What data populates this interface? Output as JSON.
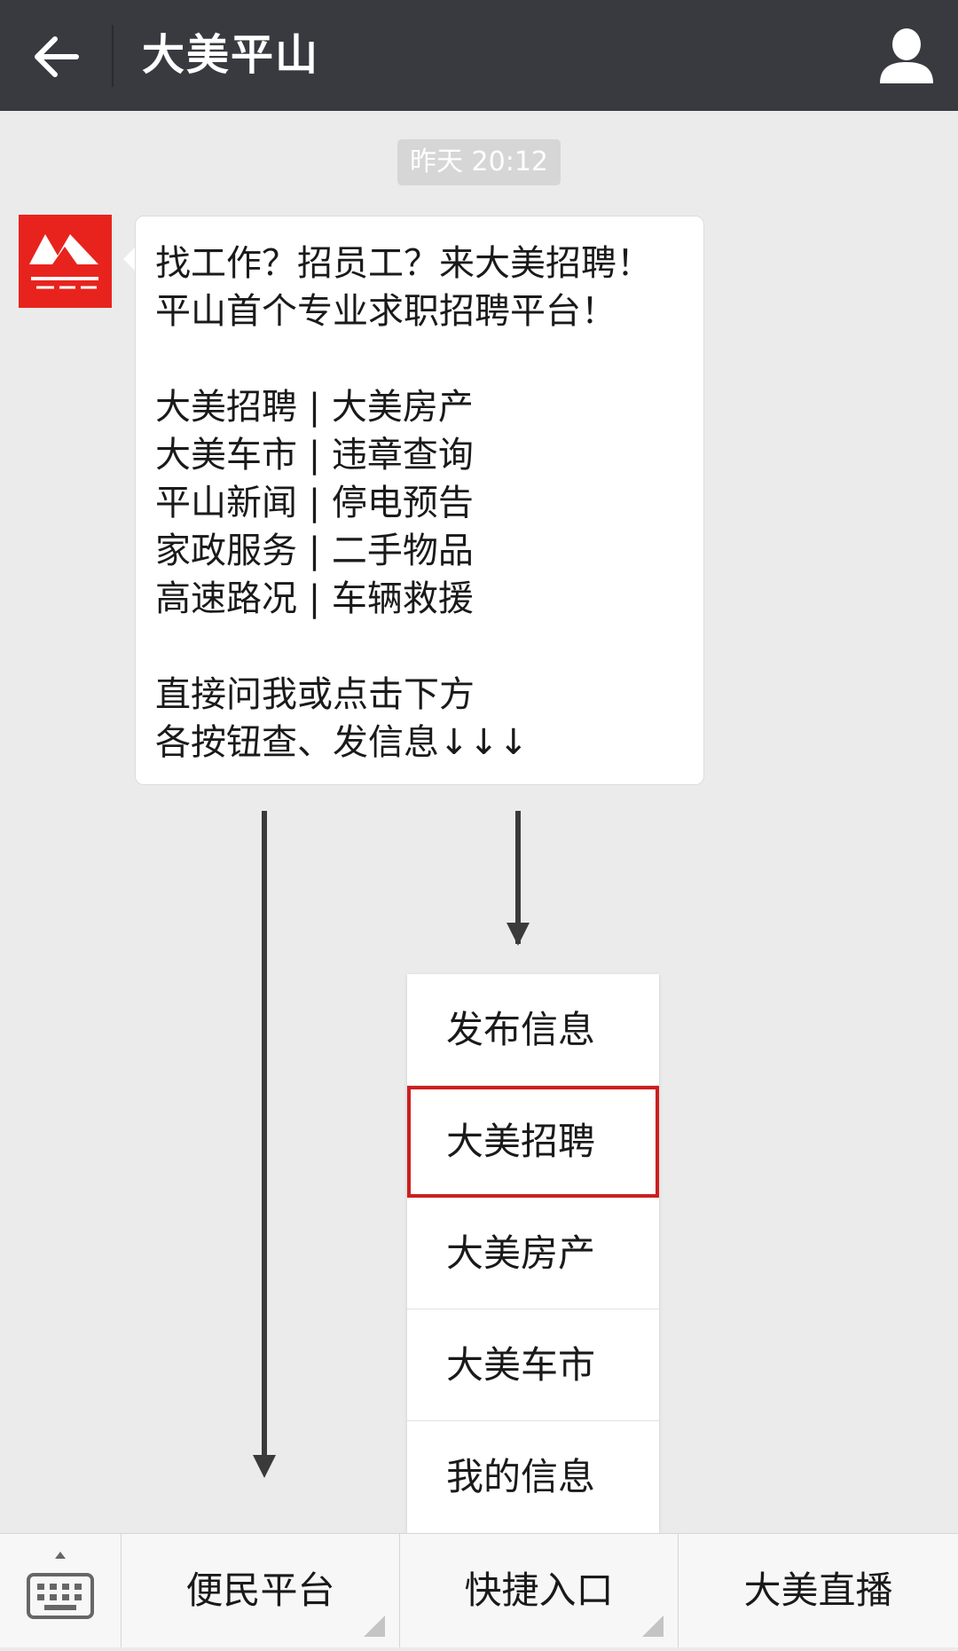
{
  "header": {
    "title": "大美平山",
    "back_icon": "arrow-left-icon",
    "profile_icon": "person-icon",
    "background": "#393a3f"
  },
  "chat": {
    "timestamp": "昨天 20:12",
    "avatar_icon": "official-account-logo",
    "avatar_color": "#e8231d",
    "message_lines": [
      "找工作？招员工？来大美招聘！",
      "平山首个专业求职招聘平台！",
      "大美招聘 | 大美房产",
      "大美车市 | 违章查询",
      "平山新闻 | 停电预告",
      "家政服务 | 二手物品",
      "高速路况 | 车辆救援",
      "直接问我或点击下方",
      "各按钮查、发信息↓↓↓"
    ]
  },
  "popup_menu": {
    "items": [
      "发布信息",
      "大美招聘",
      "大美房产",
      "大美车市",
      "我的信息"
    ],
    "highlight_color": "#cc1f1f"
  },
  "bottom_menu": {
    "keyboard_icon": "keyboard-icon",
    "buttons": [
      "便民平台",
      "快捷入口",
      "大美直播"
    ]
  }
}
